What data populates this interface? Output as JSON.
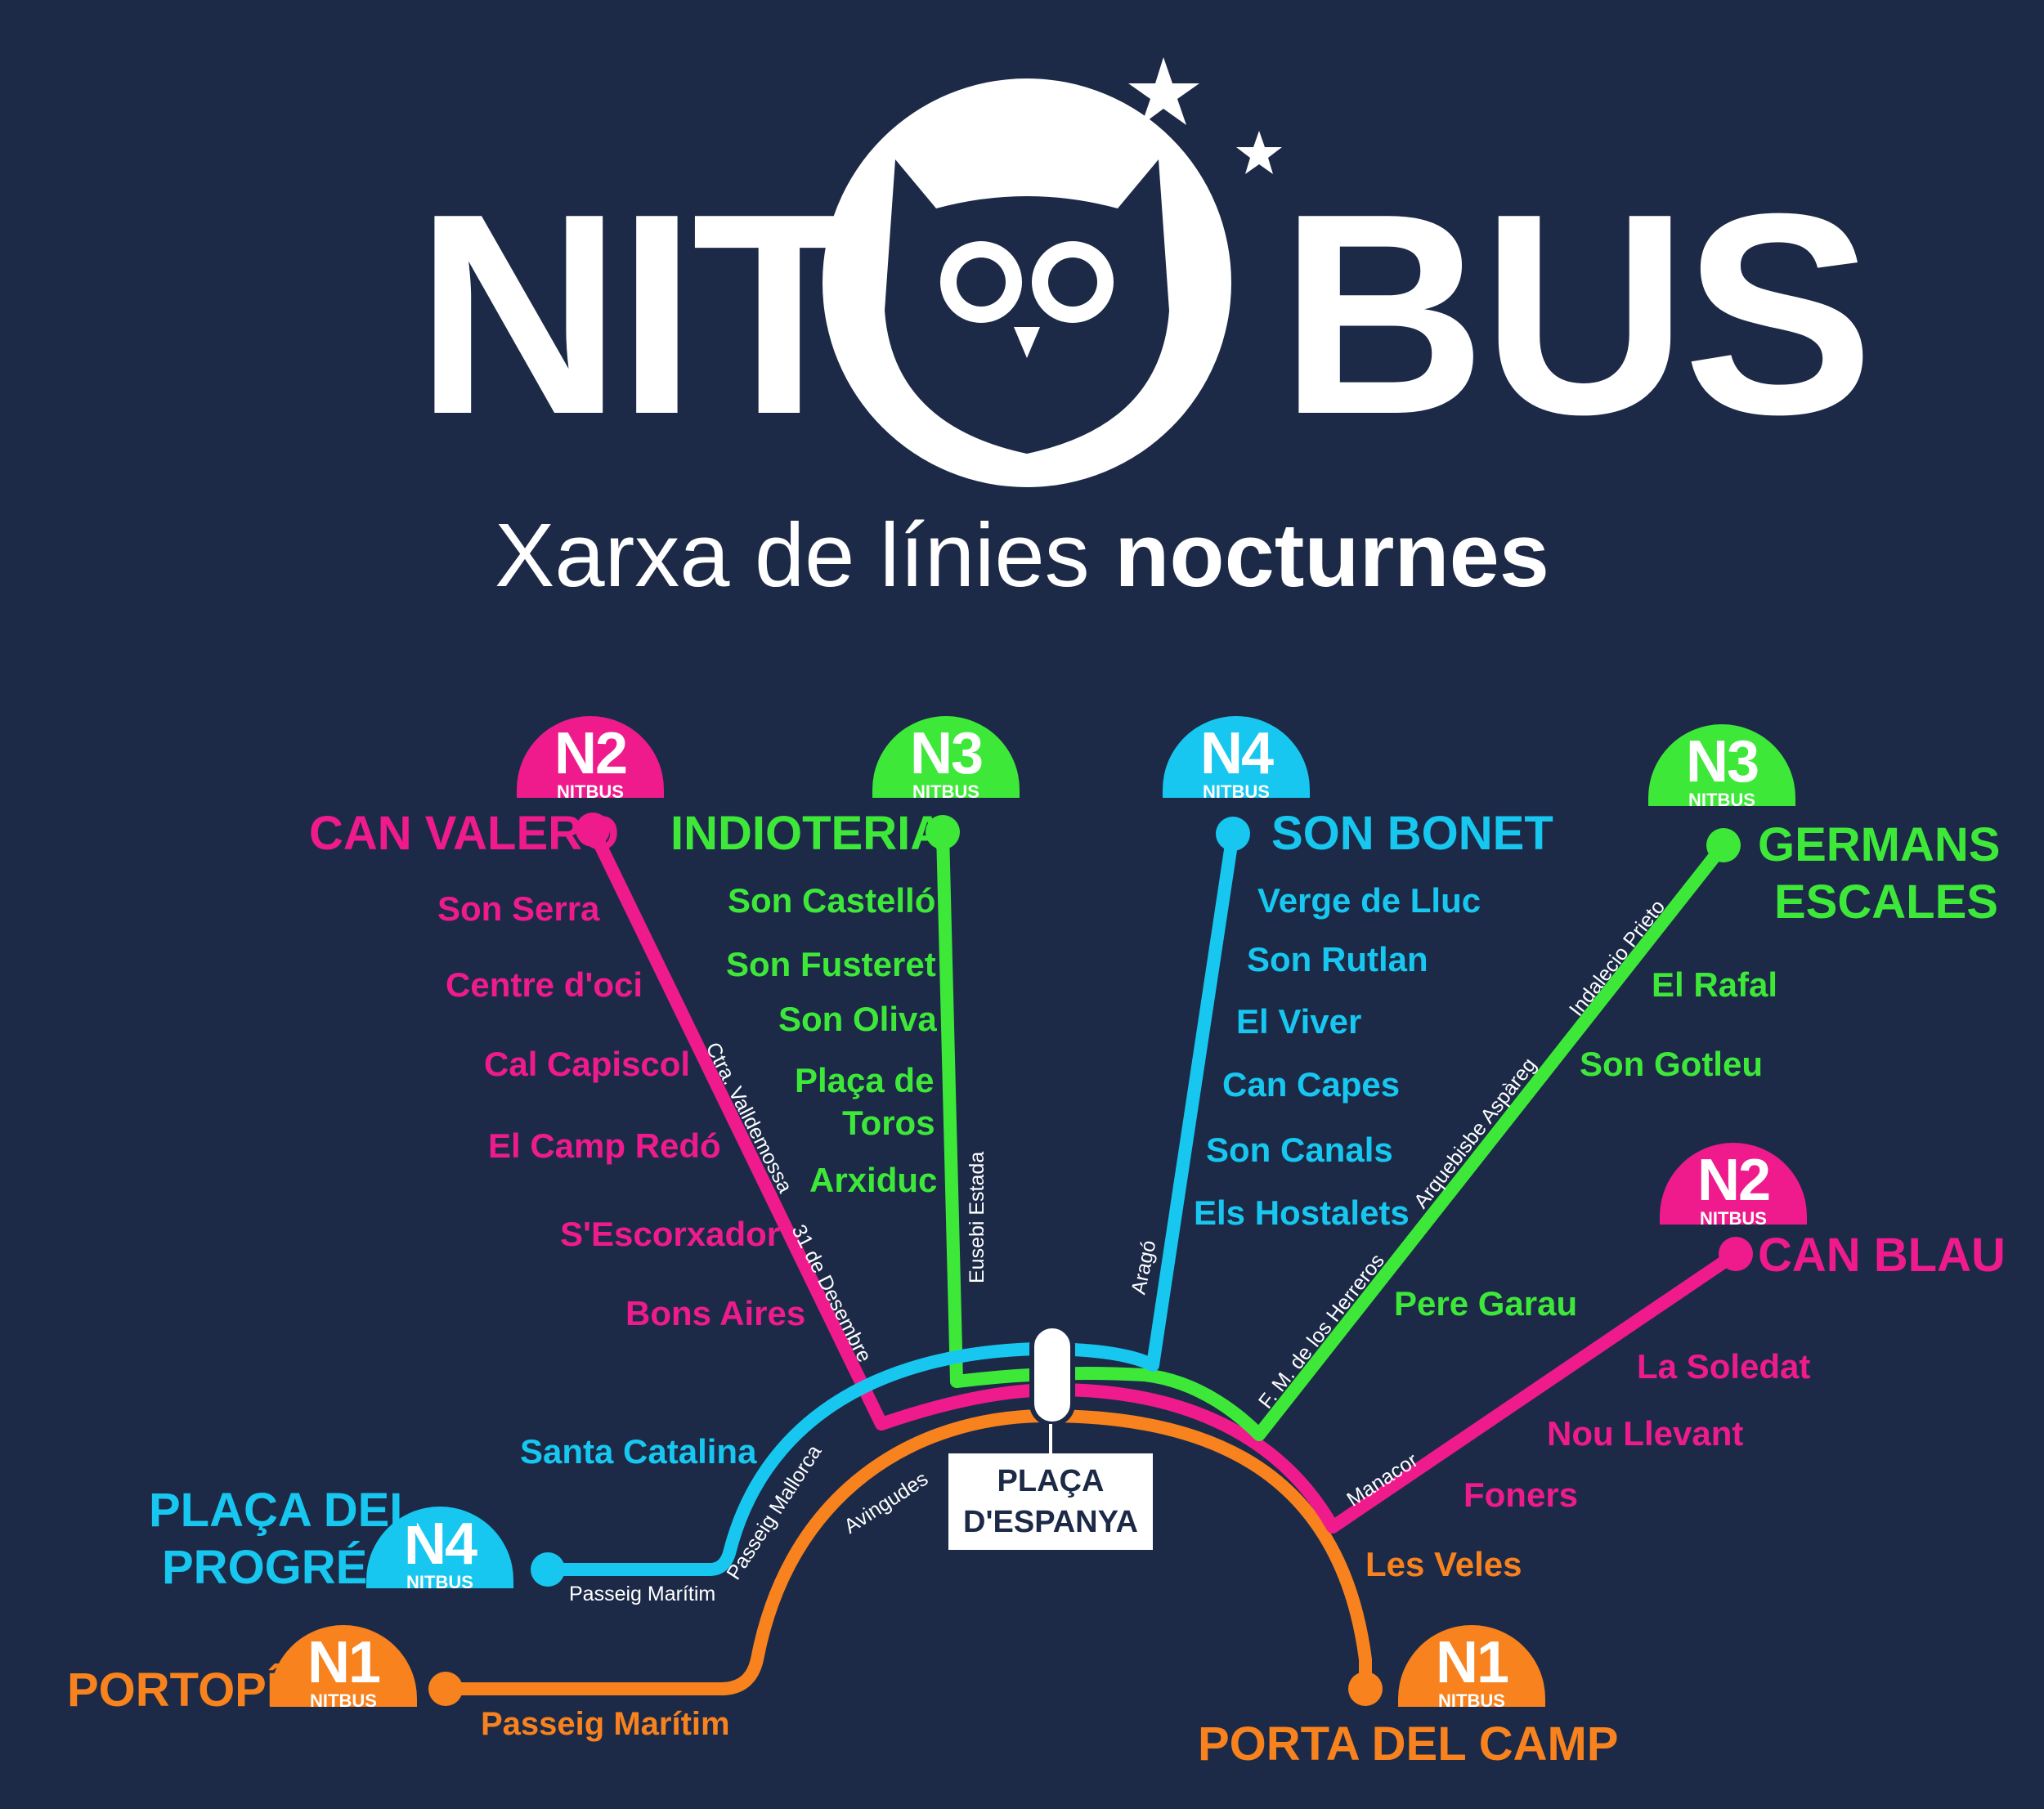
{
  "header": {
    "logo_left": "NIT",
    "logo_right": "BUS",
    "logo_icon": "owl-moon-stars-icon",
    "subtitle_light": "Xarxa de línies",
    "subtitle_bold": "nocturnes"
  },
  "colors": {
    "background": "#1c2a48",
    "N1": "#f7821e",
    "N2": "#ef1b8d",
    "N3": "#3ee839",
    "N4": "#17c7f0",
    "white": "#ffffff"
  },
  "hub": {
    "line1": "PLAÇA",
    "line2": "D'ESPANYA"
  },
  "lines": [
    {
      "code": "N2",
      "brand": "NITBUS",
      "terminal": "CAN VALERO",
      "stops": [
        "Son Serra",
        "Centre d'oci",
        "Cal Capiscol",
        "El Camp Redó",
        "S'Escorxador",
        "Bons Aires"
      ],
      "streets": [
        "Ctra. Valldemossa",
        "31 de Desembre"
      ]
    },
    {
      "code": "N3",
      "brand": "NITBUS",
      "terminal": "INDIOTERIA",
      "stops": [
        "Son Castelló",
        "Son Fusteret",
        "Son Oliva",
        "Plaça de",
        "Toros",
        "Arxiduc"
      ],
      "streets": [
        "Eusebi Estada"
      ]
    },
    {
      "code": "N4",
      "brand": "NITBUS",
      "terminal": "SON BONET",
      "stops": [
        "Verge de Lluc",
        "Son Rutlan",
        "El Viver",
        "Can Capes",
        "Son Canals",
        "Els Hostalets"
      ],
      "streets": [
        "Aragó"
      ]
    },
    {
      "code": "N3",
      "brand": "NITBUS",
      "terminal_line1": "GERMANS",
      "terminal_line2": "ESCALES",
      "stops": [
        "El Rafal",
        "Son Gotleu",
        "Pere Garau"
      ],
      "streets": [
        "Indalecio Prieto",
        "Arquebisbe Aspàreg",
        "F. M. de los Herreros"
      ]
    },
    {
      "code": "N2",
      "brand": "NITBUS",
      "terminal": "CAN BLAU",
      "stops": [
        "La Soledat",
        "Nou Llevant",
        "Foners"
      ],
      "streets": [
        "Manacor"
      ]
    },
    {
      "code": "N4",
      "brand": "NITBUS",
      "terminal_line1": "PLAÇA DEL",
      "terminal_line2": "PROGRÉS",
      "stops": [
        "Santa Catalina"
      ],
      "streets": [
        "Passeig Marítim",
        "Passeig Mallorca"
      ]
    },
    {
      "code": "N1",
      "brand": "NITBUS",
      "terminal": "PORTOPÍ",
      "stops": [],
      "streets": [
        "Passeig Marítim",
        "Avingudes"
      ]
    },
    {
      "code": "N1",
      "brand": "NITBUS",
      "terminal": "PORTA DEL CAMP",
      "stops": [
        "Les Veles"
      ],
      "streets": []
    }
  ]
}
